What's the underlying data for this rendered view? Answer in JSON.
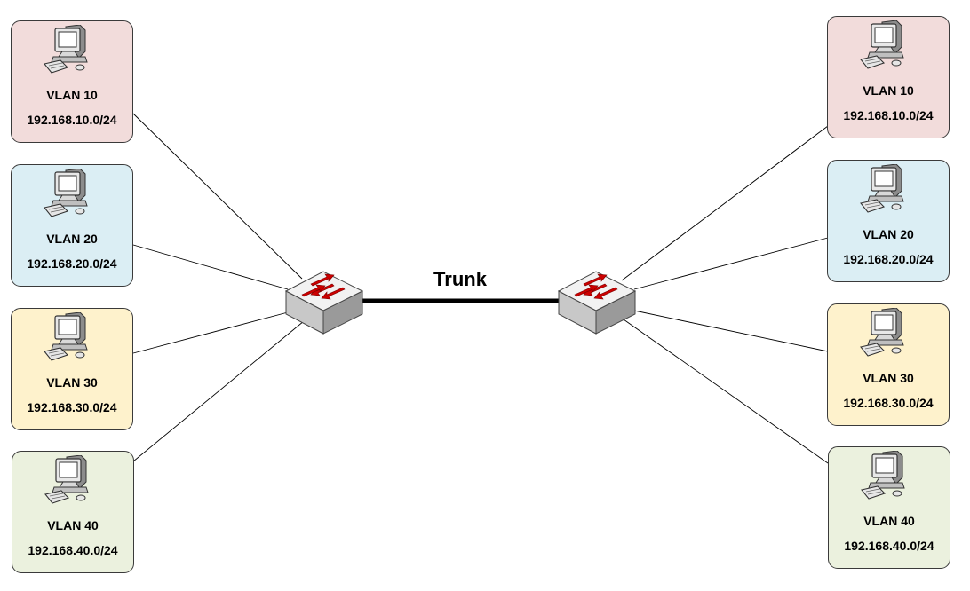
{
  "trunk_label": "Trunk",
  "colors": {
    "vlan10": "#f2dcdb",
    "vlan20": "#dbeef4",
    "vlan30": "#fef2cc",
    "vlan40": "#ebf1de",
    "switch_top": "#f2f2f2",
    "switch_arrow": "#cc0000",
    "trunk_line": "#000000"
  },
  "left_vlans": [
    {
      "name": "VLAN 10",
      "subnet": "192.168.10.0/24"
    },
    {
      "name": "VLAN 20",
      "subnet": "192.168.20.0/24"
    },
    {
      "name": "VLAN 30",
      "subnet": "192.168.30.0/24"
    },
    {
      "name": "VLAN 40",
      "subnet": "192.168.40.0/24"
    }
  ],
  "right_vlans": [
    {
      "name": "VLAN 10",
      "subnet": "192.168.10.0/24"
    },
    {
      "name": "VLAN 20",
      "subnet": "192.168.20.0/24"
    },
    {
      "name": "VLAN 30",
      "subnet": "192.168.30.0/24"
    },
    {
      "name": "VLAN 40",
      "subnet": "192.168.40.0/24"
    }
  ],
  "icons": {
    "host": "computer-icon",
    "switch": "network-switch-icon"
  }
}
